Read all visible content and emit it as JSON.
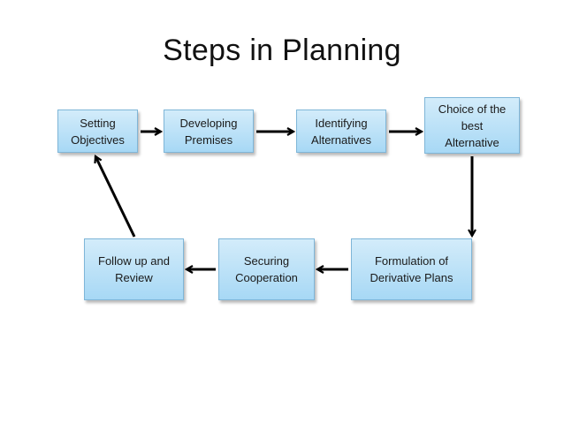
{
  "title": "Steps in Planning",
  "steps": [
    {
      "id": "setting-objectives",
      "label": "Setting\nObjectives"
    },
    {
      "id": "developing-premises",
      "label": "Developing\nPremises"
    },
    {
      "id": "identifying-alternatives",
      "label": "Identifying\nAlternatives"
    },
    {
      "id": "choice-of-best-alternative",
      "label": "Choice of the\nbest\nAlternative"
    },
    {
      "id": "follow-up-and-review",
      "label": "Follow up and\nReview"
    },
    {
      "id": "securing-cooperation",
      "label": "Securing\nCooperation"
    },
    {
      "id": "formulation-of-derivative-plans",
      "label": "Formulation of\nDerivative Plans"
    }
  ],
  "colors": {
    "box_top": "#d3ecfa",
    "box_bottom": "#a7d8f5",
    "box_border": "#7fb6d8",
    "arrow": "#000000"
  }
}
